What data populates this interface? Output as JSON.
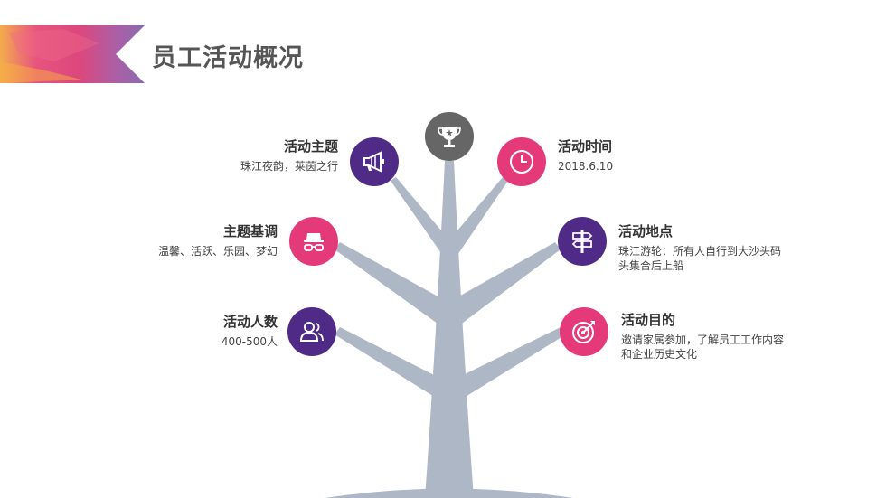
{
  "slide": {
    "title": "员工活动概况"
  },
  "items": {
    "theme": {
      "title": "活动主题",
      "desc": "珠江夜韵，莱茵之行",
      "icon": "megaphone-icon",
      "color": "#4f2a86"
    },
    "time": {
      "title": "活动时间",
      "desc": "2018.6.10",
      "icon": "clock-icon",
      "color": "#e53a79"
    },
    "tone": {
      "title": "主题基调",
      "desc": "温馨、活跃、乐园、梦幻",
      "icon": "hat-glasses-icon",
      "color": "#e53a79"
    },
    "place": {
      "title": "活动地点",
      "desc1": "珠江游轮：所有人自行到大沙头码",
      "desc2": "头集合后上船",
      "icon": "signpost-icon",
      "color": "#4f2a86"
    },
    "count": {
      "title": "活动人数",
      "desc": "400-500人",
      "icon": "people-icon",
      "color": "#4f2a86"
    },
    "goal": {
      "title": "活动目的",
      "desc1": "邀请家属参加，了解员工工作内容",
      "desc2": "和企业历史文化",
      "icon": "target-icon",
      "color": "#e53a79"
    },
    "top": {
      "icon": "trophy-icon",
      "color": "#666666"
    }
  }
}
